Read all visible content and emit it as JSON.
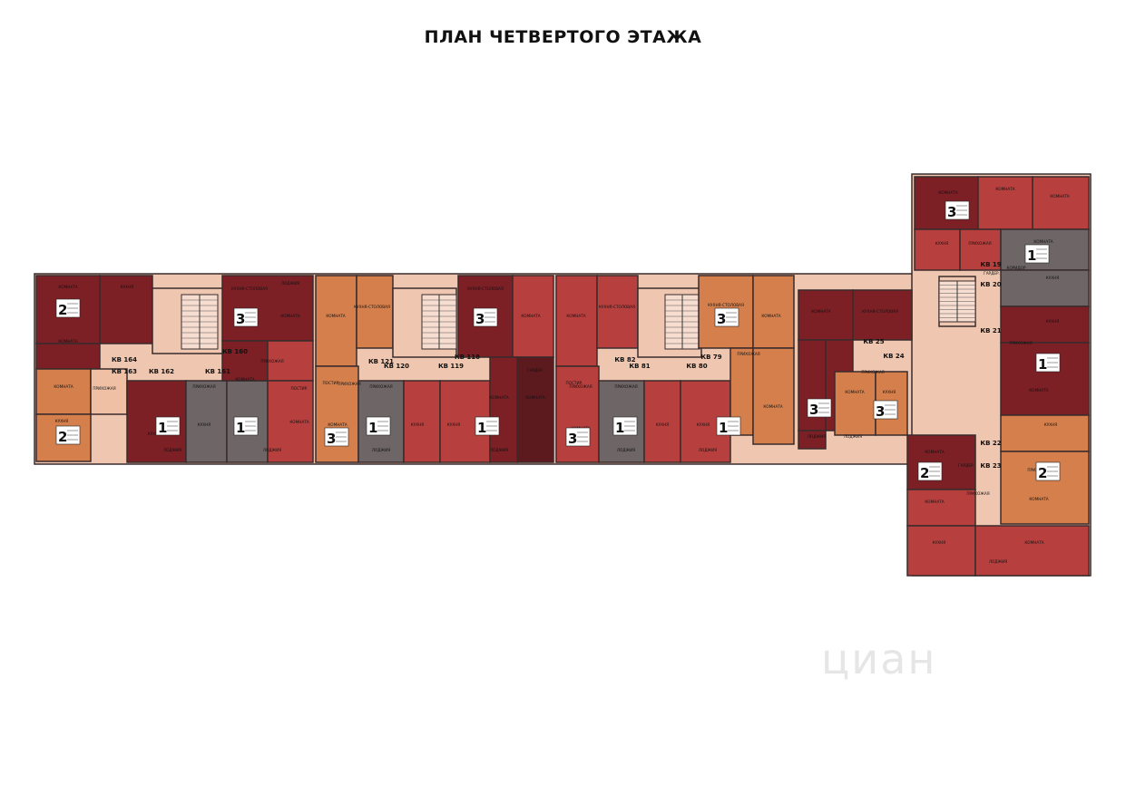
{
  "title": "ПЛАН ЧЕТВЕРТОГО ЭТАЖА",
  "watermark": "циан",
  "colors": {
    "wall": "#3a2b2c",
    "red": "#b7403e",
    "darkred": "#7d2026",
    "maroon": "#5c1a1f",
    "orange": "#d5804c",
    "peach": "#efc0a4",
    "gray": "#6e6666",
    "corridor": "#efc7b1"
  },
  "labels": {
    "komnata": "КОМНАТА",
    "kukhnya": "КУХНЯ",
    "kukhnya_stolovaya": "КУХНЯ-СТОЛОВАЯ",
    "prikhozhaya": "ПРИХОЖАЯ",
    "lodzhiya": "ЛОДЖИЯ",
    "koridor": "КОРИДОР",
    "su": "С/У",
    "garderob": "ГАРДЕР.",
    "postir": "ПОСТИР."
  },
  "apartments": [
    {
      "id": "КВ 164"
    },
    {
      "id": "КВ 163"
    },
    {
      "id": "КВ 162"
    },
    {
      "id": "КВ 161"
    },
    {
      "id": "КВ 160"
    },
    {
      "id": "КВ 121"
    },
    {
      "id": "КВ 120"
    },
    {
      "id": "КВ 119"
    },
    {
      "id": "КВ 118"
    },
    {
      "id": "КВ 82"
    },
    {
      "id": "КВ 81"
    },
    {
      "id": "КВ 80"
    },
    {
      "id": "КВ 79"
    },
    {
      "id": "КВ 25"
    },
    {
      "id": "КВ 24"
    },
    {
      "id": "КВ 19"
    },
    {
      "id": "КВ 20"
    },
    {
      "id": "КВ 21"
    },
    {
      "id": "КВ 22"
    },
    {
      "id": "КВ 23"
    }
  ],
  "room_counts": [
    "2",
    "2",
    "1",
    "1",
    "3",
    "3",
    "1",
    "3",
    "1",
    "3",
    "1",
    "3",
    "1",
    "3",
    "3",
    "1",
    "1",
    "2",
    "2",
    "3"
  ]
}
